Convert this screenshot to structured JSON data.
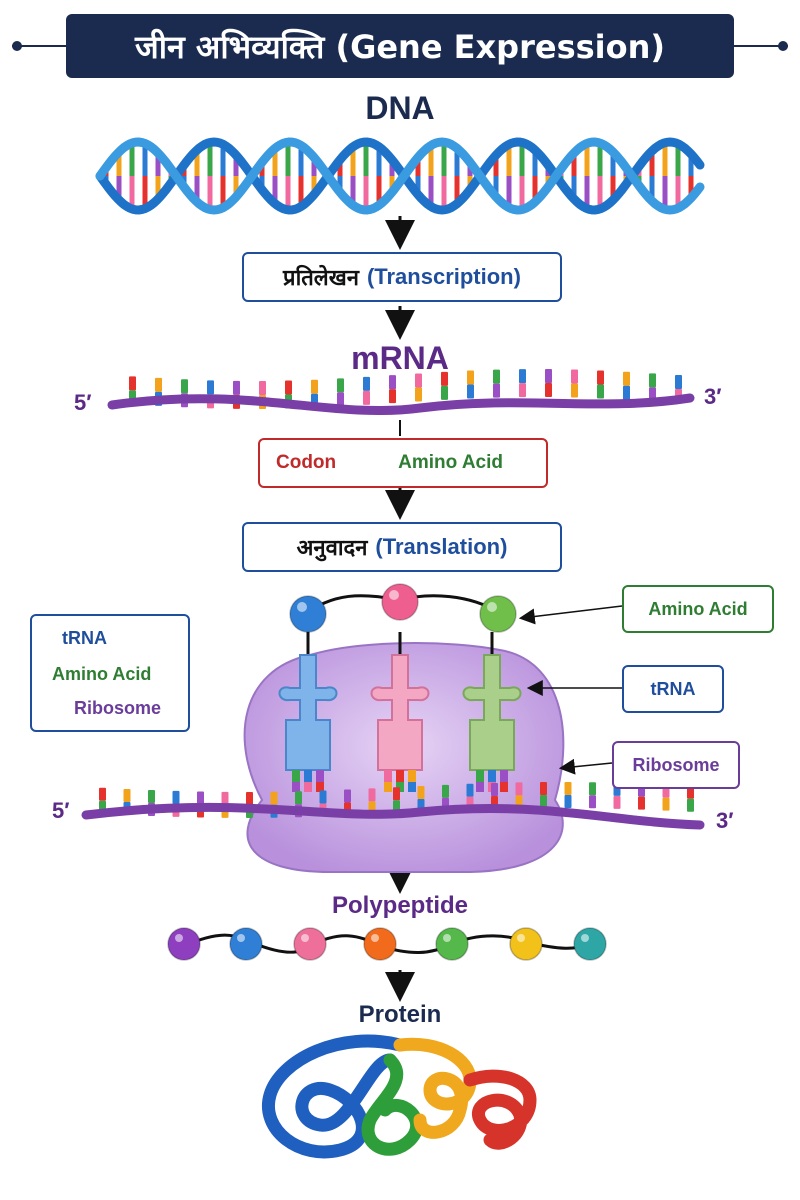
{
  "title": "जीन अभिव्यक्ति (Gene Expression)",
  "dna_label": "DNA",
  "transcription": {
    "hindi": "प्रतिलेखन",
    "english": "(Transcription)"
  },
  "mrna_label": "mRNA",
  "five_prime": "5′",
  "three_prime": "3′",
  "codon_box": {
    "codon": "Codon",
    "amino_acid": "Amino Acid"
  },
  "translation": {
    "hindi": "अनुवादन",
    "english": "(Translation)"
  },
  "legend_box": {
    "line1": "tRNA",
    "line2": "Amino Acid",
    "line3": "Ribosome"
  },
  "callouts": {
    "amino_acid": "Amino Acid",
    "trna": "tRNA",
    "ribosome": "Ribosome"
  },
  "polypeptide_label": "Polypeptide",
  "protein_label": "Protein",
  "colors": {
    "navy": "#1b2b4f",
    "dna_blue": "#1e73c8",
    "mrna_purple": "#7a3fa6",
    "ribosome": "#c9a8e6",
    "trna_blue": "#7fb4ea",
    "trna_pink": "#f4a7c3",
    "trna_green": "#a9cf8a",
    "amino_blue": "#2f7fd6",
    "amino_pink": "#ee5f8f",
    "amino_green": "#6fbf4a"
  },
  "polypeptide_beads": [
    "purple",
    "blue",
    "pink",
    "orange",
    "green",
    "yellow",
    "teal"
  ]
}
